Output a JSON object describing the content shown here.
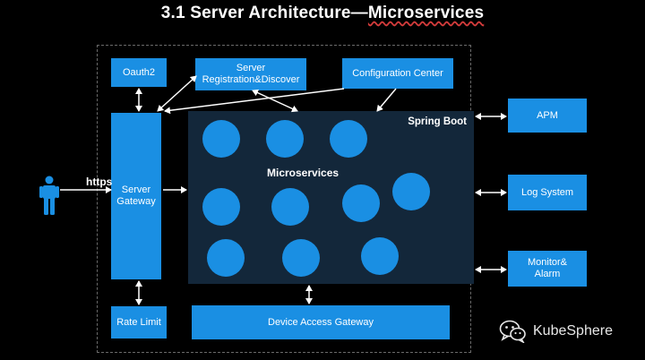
{
  "title": {
    "prefix": "3.1 Server Architecture—",
    "emphasis": "Microservices"
  },
  "https_label": "https",
  "gateway": "Server\nGateway",
  "top_services": {
    "oauth": "Oauth2",
    "registry": "Server\nRegistration&Discover",
    "config": "Configuration Center"
  },
  "spring_boot": "Spring Boot",
  "microservices": "Microservices",
  "rate_limit": "Rate Limit",
  "device_gateway": "Device Access Gateway",
  "right_services": {
    "apm": "APM",
    "log": "Log System",
    "monitor": "Monitor&\nAlarm"
  },
  "watermark": "KubeSphere",
  "colors": {
    "background": "#000000",
    "box_blue": "#1a8fe3",
    "spring_boot_panel": "#13273a",
    "lines": "#ffffff",
    "frame_dashed": "#6a6a6a"
  },
  "icons": [
    "person-icon",
    "wechat-icon"
  ]
}
